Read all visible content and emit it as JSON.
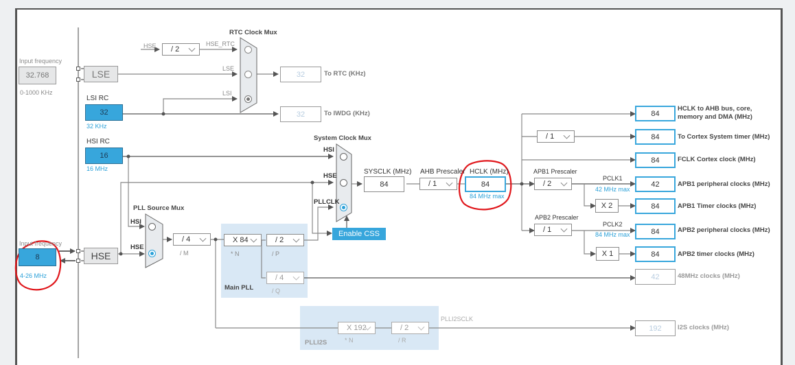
{
  "lse_input": {
    "label": "Input frequency",
    "value": "32.768",
    "range": "0-1000 KHz"
  },
  "lse_block": {
    "label": "LSE"
  },
  "lsi_rc": {
    "title": "LSI RC",
    "value": "32",
    "note": "32 KHz"
  },
  "hsi_rc": {
    "title": "HSI RC",
    "value": "16",
    "note": "16 MHz"
  },
  "hse_input": {
    "label": "Input frequency",
    "value": "8",
    "range": "4-26 MHz"
  },
  "hse_block": {
    "label": "HSE"
  },
  "rtc_mux": {
    "title": "RTC Clock Mux",
    "hse_label": "HSE",
    "hse_div": "/ 2",
    "hse_rtc_label": "HSE_RTC",
    "lse_label": "LSE",
    "lsi_label": "LSI",
    "selected": "LSI"
  },
  "rtc_out": {
    "value": "32",
    "label": "To RTC (KHz)"
  },
  "iwdg_out": {
    "value": "32",
    "label": "To IWDG (KHz)"
  },
  "pll_source_mux": {
    "title": "PLL Source Mux",
    "hsi_label": "HSI",
    "hse_label": "HSE",
    "selected": "HSE"
  },
  "pll_m": {
    "value": "/ 4",
    "label": "/ M"
  },
  "main_pll": {
    "title": "Main PLL",
    "n_value": "X 84",
    "n_label": "* N",
    "p_value": "/ 2",
    "p_label": "/ P",
    "q_value": "/ 4",
    "q_label": "/ Q"
  },
  "plli2s": {
    "title": "PLLI2S",
    "n_value": "X 192",
    "n_label": "* N",
    "r_value": "/ 2",
    "r_label": "/ R",
    "clk_label": "PLLI2SCLK"
  },
  "sys_mux": {
    "title": "System Clock Mux",
    "hsi_label": "HSI",
    "hse_label": "HSE",
    "pll_label": "PLLCLK",
    "selected": "PLLCLK"
  },
  "enable_css": {
    "label": "Enable CSS"
  },
  "sysclk": {
    "label": "SYSCLK (MHz)",
    "value": "84"
  },
  "ahb_prescaler": {
    "label": "AHB Prescaler",
    "value": "/ 1"
  },
  "hclk": {
    "label": "HCLK (MHz)",
    "value": "84",
    "note": "84 MHz max"
  },
  "cortex_div": {
    "value": "/ 1"
  },
  "apb1_prescaler": {
    "label": "APB1 Prescaler",
    "value": "/ 2",
    "pclk_label": "PCLK1",
    "pclk_note": "42 MHz max",
    "timer_mul": "X 2"
  },
  "apb2_prescaler": {
    "label": "APB2 Prescaler",
    "value": "/ 1",
    "pclk_label": "PCLK2",
    "pclk_note": "84 MHz max",
    "timer_mul": "X 1"
  },
  "outputs": [
    {
      "value": "84",
      "label": "HCLK to AHB bus, core,",
      "label2": "memory and DMA (MHz)"
    },
    {
      "value": "84",
      "label": "To Cortex System timer (MHz)"
    },
    {
      "value": "84",
      "label": "FCLK Cortex clock (MHz)"
    },
    {
      "value": "42",
      "label": "APB1 peripheral clocks (MHz)"
    },
    {
      "value": "84",
      "label": "APB1 Timer clocks (MHz)"
    },
    {
      "value": "84",
      "label": "APB2 peripheral clocks (MHz)"
    },
    {
      "value": "84",
      "label": "APB2 timer clocks (MHz)"
    },
    {
      "value": "42",
      "label": "48MHz clocks (MHz)"
    },
    {
      "value": "192",
      "label": "I2S clocks (MHz)"
    }
  ],
  "colors": {
    "accent": "#37a6dc",
    "annotation": "#e0161b",
    "pll_bg": "#d9e8f5"
  }
}
